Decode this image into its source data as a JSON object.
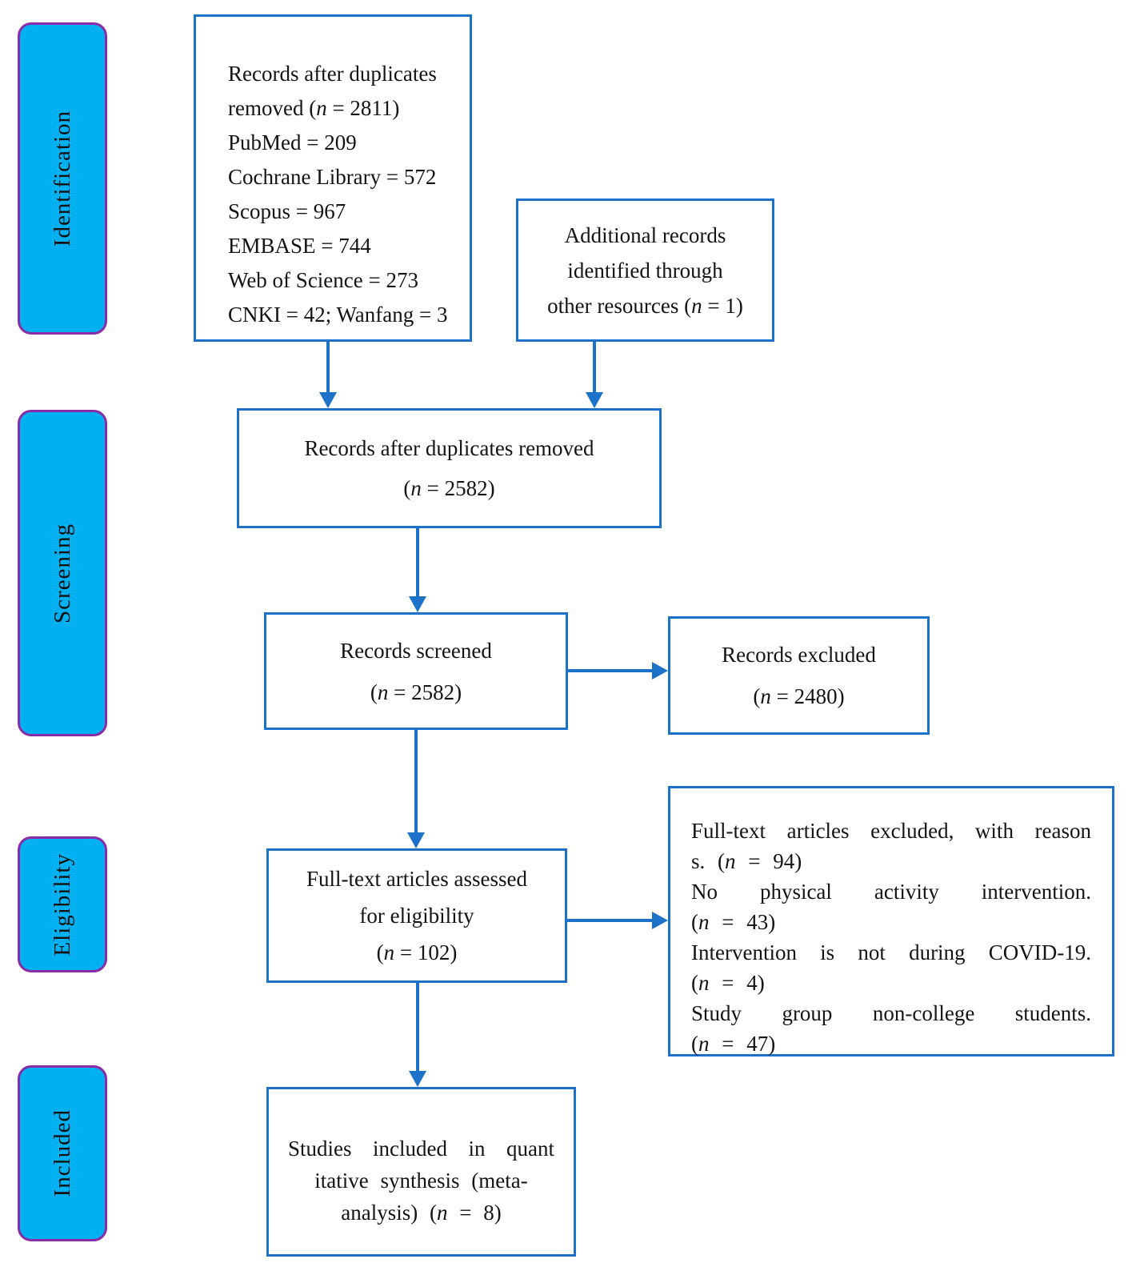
{
  "figure": {
    "type": "prisma-flow-diagram",
    "colors": {
      "flow_box_border": "#1B72C8",
      "arrow": "#1B72C8",
      "stage_fill": "#00B0F0",
      "stage_border": "#8A2BA8",
      "text": "#141414"
    }
  },
  "stages": [
    {
      "label": "Identification"
    },
    {
      "label": "Screening"
    },
    {
      "label": "Eligibility"
    },
    {
      "label": "Included"
    }
  ],
  "boxes": {
    "records_identified": {
      "lines": [
        "Records after duplicates",
        "removed (n = 2811)",
        "PubMed = 209",
        "Cochrane Library = 572",
        "Scopus = 967",
        "EMBASE = 744",
        "Web of Science = 273",
        "CNKI = 42; Wanfang = 3"
      ]
    },
    "additional_records": {
      "lines": [
        "Additional records",
        "identified through",
        "other resources (n = 1)"
      ]
    },
    "duplicates_removed": {
      "lines": [
        "Records after duplicates removed",
        "(n = 2582)"
      ]
    },
    "records_screened": {
      "lines": [
        "Records screened",
        "(n = 2582)"
      ]
    },
    "records_excluded": {
      "lines": [
        "Records excluded",
        "(n = 2480)"
      ]
    },
    "fulltext_assessed": {
      "lines": [
        "Full-text articles assessed",
        "for eligibility",
        "(n = 102)"
      ]
    },
    "fulltext_excluded": {
      "lines": [
        "Full-text articles excluded, with reason",
        "s. (n = 94)",
        "No physical activity intervention.",
        "(n = 43)",
        "Intervention is not during COVID-19.",
        "(n = 4)",
        "Study group non-college students.",
        "(n = 47)"
      ]
    },
    "studies_included": {
      "lines": [
        "Studies included in quant",
        "itative synthesis (meta-",
        "analysis) (n = 8)"
      ]
    }
  }
}
